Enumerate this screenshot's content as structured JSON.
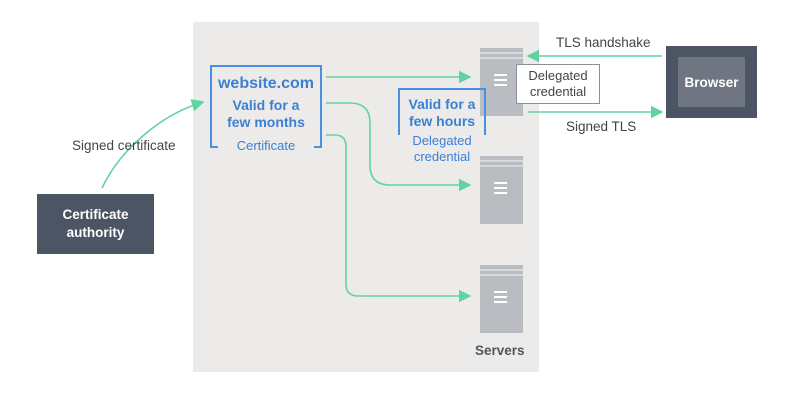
{
  "ca": {
    "line1": "Certificate",
    "line2": "authority"
  },
  "browser": {
    "label": "Browser"
  },
  "certificate": {
    "domain": "website.com",
    "validity_line1": "Valid for a",
    "validity_line2": "few months",
    "caption": "Certificate"
  },
  "delegated": {
    "validity_line1": "Valid for a",
    "validity_line2": "few hours",
    "caption_line1": "Delegated",
    "caption_line2": "credential"
  },
  "delegated_box": {
    "line1": "Delegated",
    "line2": "credential"
  },
  "labels": {
    "signed_certificate": "Signed certificate",
    "tls_handshake": "TLS handshake",
    "signed_tls": "Signed TLS",
    "servers": "Servers"
  },
  "colors": {
    "accent_blue": "#4a90e2",
    "arrow_green": "#5fd3a0",
    "dark_box": "#4b5563",
    "server_gray": "#b9bcc0",
    "background_panel": "#ecebea"
  }
}
